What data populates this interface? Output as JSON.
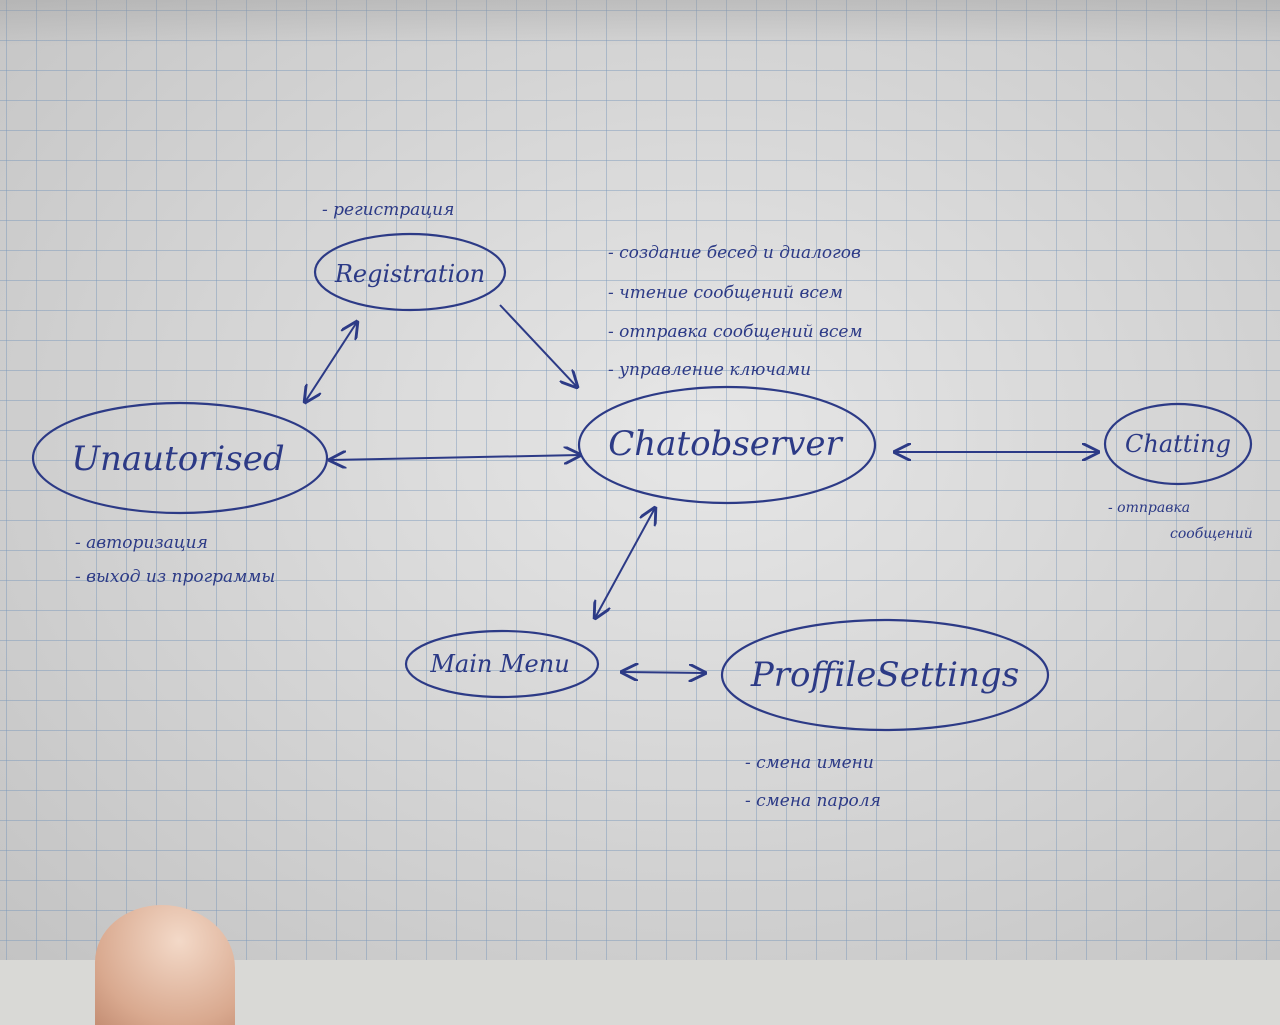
{
  "diagram": {
    "nodes": {
      "registration": "Registration",
      "unauthorized": "Unautorised",
      "chat_observer": "Chatobserver",
      "chatting": "Chatting",
      "main_menu": "Main Menu",
      "profile_settings": "ProffileSettings"
    },
    "notes": {
      "registration": [
        "- регистрация"
      ],
      "chat_observer": [
        "- создание бесед и диалогов",
        "- чтение сообщений всем",
        "- отправка сообщений всем",
        "- управление ключами"
      ],
      "unauthorized": [
        "- авторизация",
        "- выход из программы"
      ],
      "chatting": [
        "- отправка",
        "сообщений"
      ],
      "profile_settings": [
        "- смена имени",
        "- смена пароля"
      ]
    }
  },
  "colors": {
    "ink": "#2c3a86",
    "paper": "#dedede",
    "grid": "#7896b9"
  }
}
